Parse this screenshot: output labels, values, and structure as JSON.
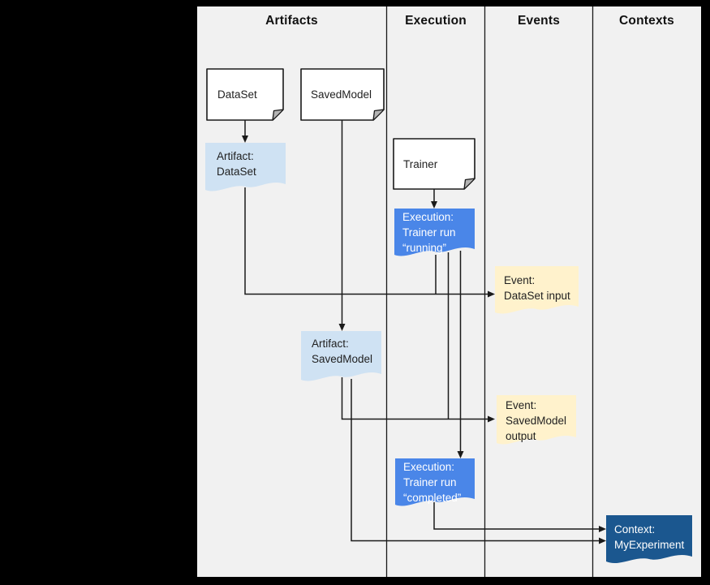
{
  "diagram": {
    "columns": [
      {
        "label": "Artifacts"
      },
      {
        "label": "Execution"
      },
      {
        "label": "Events"
      },
      {
        "label": "Contexts"
      }
    ],
    "nodes": {
      "dataset_note": {
        "label": "DataSet",
        "type": "note"
      },
      "savedmodel_note": {
        "label": "SavedModel",
        "type": "note"
      },
      "trainer_note": {
        "label": "Trainer",
        "type": "note"
      },
      "artifact_dataset": {
        "label": "Artifact:\nDataSet",
        "type": "artifact"
      },
      "artifact_savedmodel": {
        "label": "Artifact:\nSavedModel",
        "type": "artifact"
      },
      "execution_running": {
        "label": "Execution:\nTrainer run\n“running”",
        "type": "execution"
      },
      "execution_completed": {
        "label": "Execution:\nTrainer run\n“completed”",
        "type": "execution"
      },
      "event_dataset_input": {
        "label": "Event:\nDataSet input",
        "type": "event"
      },
      "event_savedmodel_output": {
        "label": "Event:\nSavedModel\noutput",
        "type": "event"
      },
      "context_myexperiment": {
        "label": "Context:\nMyExperiment",
        "type": "context"
      }
    },
    "colors": {
      "canvas": "#000000",
      "board_background": "#f1f1f1",
      "note_fill": "#ffffff",
      "artifact_fill": "#cfe2f3",
      "execution_fill": "#4a86e8",
      "event_fill": "#fff2cc",
      "context_fill": "#1b578f",
      "line": "#1a1a1a"
    }
  }
}
